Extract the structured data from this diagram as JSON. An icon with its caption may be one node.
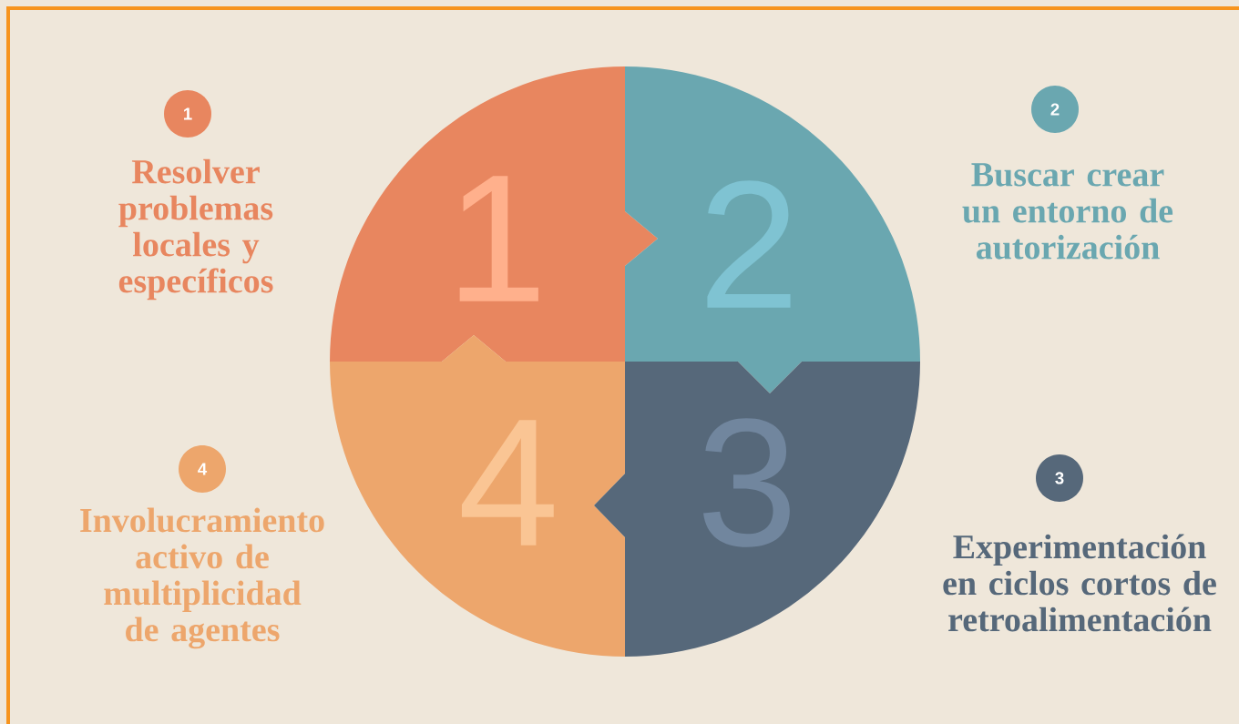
{
  "diagram": {
    "nodes": [
      {
        "text": [
          "1"
        ],
        "beside": [
          "Resolver problemas locales y específicos"
        ]
      },
      {
        "text": [
          "1"
        ]
      },
      {
        "text": [
          "2"
        ]
      },
      {
        "text": [
          "2"
        ],
        "beside": [
          "Buscar crear un entorno de autorización"
        ]
      },
      {
        "text": [
          "4"
        ],
        "beside": [
          "Involucramiento activo de multiplicidad de agentes"
        ]
      },
      {
        "text": [
          "4"
        ]
      },
      {
        "text": [
          "3"
        ]
      },
      {
        "text": [
          "3"
        ],
        "beside": [
          "Experimentación en ciclos cortos de retroalimentación"
        ]
      }
    ]
  }
}
